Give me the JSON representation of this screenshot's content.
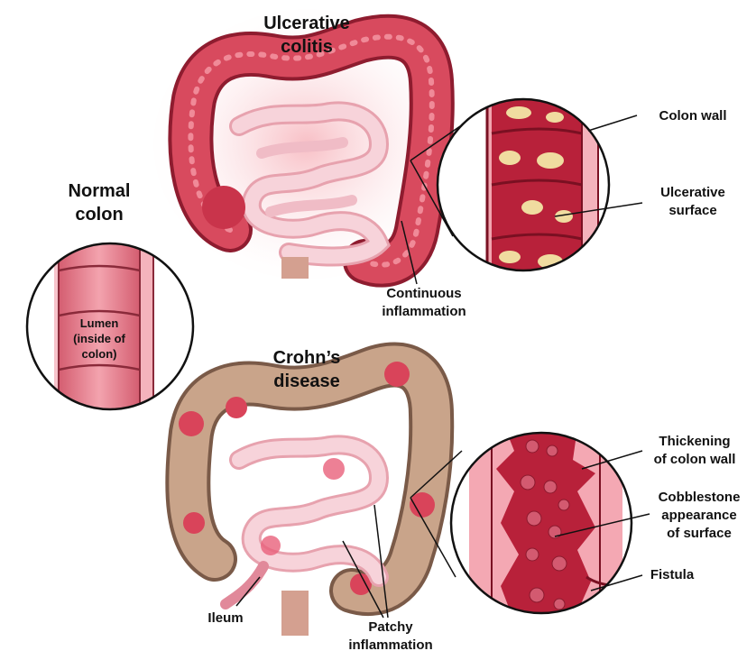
{
  "ulcerative": {
    "title": [
      "Ulcerative",
      "colitis"
    ],
    "labels": {
      "colon_wall": "Colon wall",
      "ulcerative_surface": [
        "Ulcerative",
        "surface"
      ],
      "continuous": [
        "Continuous",
        "inflammation"
      ]
    }
  },
  "normal": {
    "title": [
      "Normal",
      "colon"
    ],
    "lumen": [
      "Lumen",
      "(inside of",
      "colon)"
    ]
  },
  "crohns": {
    "title": [
      "Crohn’s",
      "disease"
    ],
    "labels": {
      "thickening": [
        "Thickening",
        "of colon wall"
      ],
      "cobblestone": [
        "Cobblestone",
        "appearance",
        "of surface"
      ],
      "fistula": "Fistula",
      "ileum": "Ileum",
      "patchy": [
        "Patchy",
        "inflammation"
      ]
    }
  },
  "colors": {
    "inflamed": "#d9445a",
    "inflamed_glow": "#f2a0a8",
    "normal_wall": "#e9808e",
    "small_intestine": "#f4c3cc",
    "crohns_healthy": "#c9a48a",
    "ulcer_patch": "#f0dca0",
    "outline": "#111111"
  }
}
